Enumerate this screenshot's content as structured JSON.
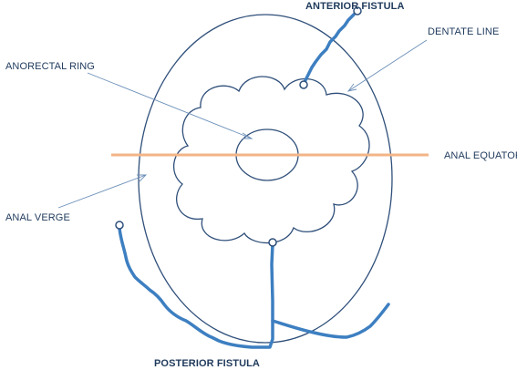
{
  "labels": {
    "anterior_fistula": "ANTERIOR FISTULA",
    "dentate_line": "DENTATE LINE",
    "anorectal_ring": "ANORECTAL RING",
    "anal_equator": "ANAL EQUATOR",
    "anal_verge": "ANAL VERGE",
    "posterior_fistula": "POSTERIOR FISTULA"
  },
  "colors": {
    "outline": "#2f4f7a",
    "fistula": "#3d7fc1",
    "equator": "#f3b586",
    "pointer": "#6b8fb8",
    "text": "#1f3a5c"
  }
}
